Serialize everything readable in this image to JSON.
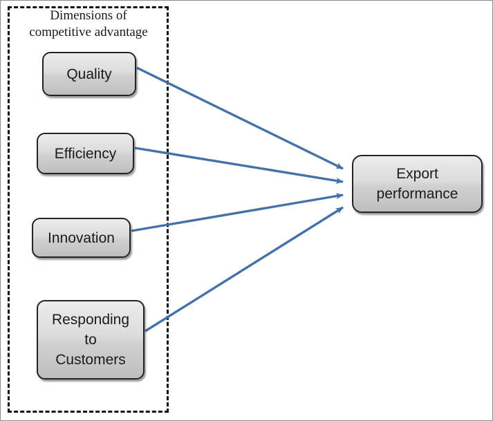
{
  "diagram": {
    "title_group": "Dimensions of\ncompetitive advantage",
    "accent_color": "#4472A8",
    "node_border_color": "#222222",
    "node_fill_top": "#ececec",
    "node_fill_bottom": "#bdbdbd",
    "frame_color": "#111111",
    "nodes": {
      "quality": "Quality",
      "efficiency": "Efficiency",
      "innovation": "Innovation",
      "responding": "Responding\nto\nCustomers",
      "export": "Export\nperformance"
    },
    "edges": [
      {
        "name": "quality-to-export",
        "from": "quality",
        "to": "export",
        "style": "arrow"
      },
      {
        "name": "efficiency-to-export",
        "from": "efficiency",
        "to": "export",
        "style": "arrow"
      },
      {
        "name": "innovation-to-export",
        "from": "innovation",
        "to": "export",
        "style": "arrow"
      },
      {
        "name": "responding-to-export",
        "from": "responding",
        "to": "export",
        "style": "arrow"
      }
    ]
  }
}
